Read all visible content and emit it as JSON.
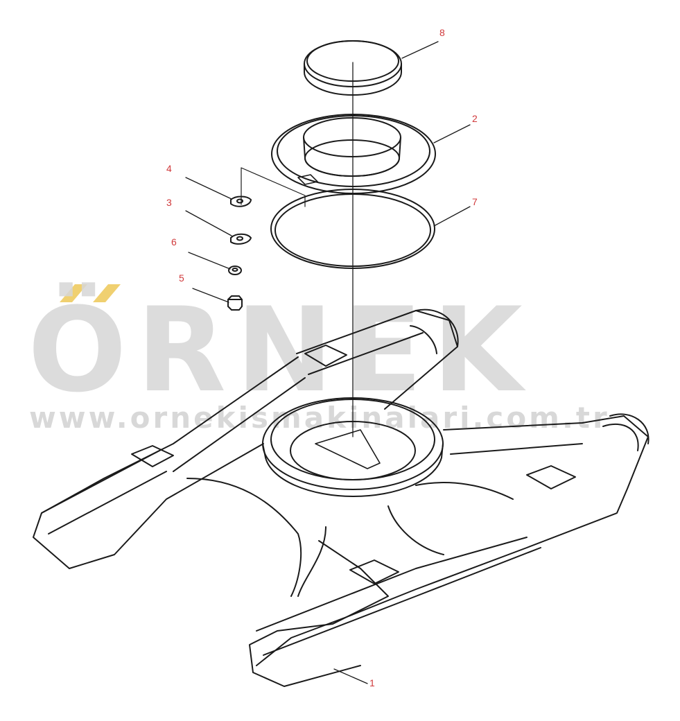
{
  "diagram": {
    "callouts": [
      {
        "id": "8",
        "label": "8"
      },
      {
        "id": "2",
        "label": "2"
      },
      {
        "id": "4",
        "label": "4"
      },
      {
        "id": "3",
        "label": "3"
      },
      {
        "id": "7",
        "label": "7"
      },
      {
        "id": "6",
        "label": "6"
      },
      {
        "id": "5",
        "label": "5"
      },
      {
        "id": "1",
        "label": "1"
      }
    ],
    "callout_color": "#d0393b",
    "line_color": "#1a1a1a"
  },
  "watermark": {
    "brand": "ÖRNEK",
    "url": "www.ornekismakinalari.com.tr",
    "text_color": "#d7d7d7",
    "accent_color": "#f0d070"
  }
}
